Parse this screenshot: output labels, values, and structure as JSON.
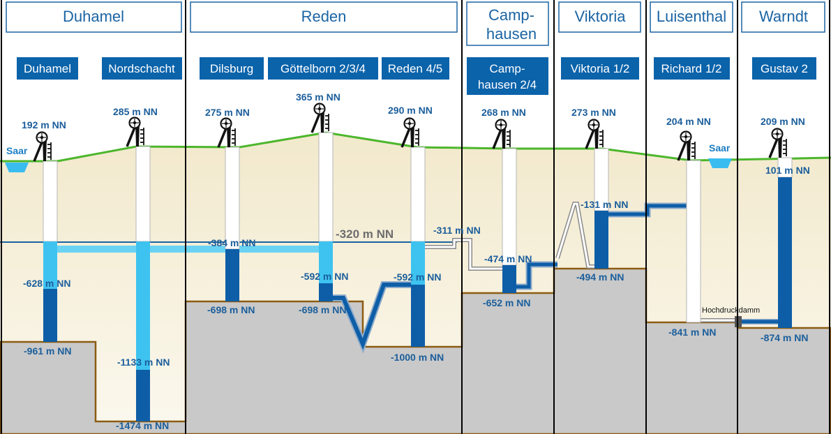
{
  "regions": [
    {
      "label": "Duhamel"
    },
    {
      "label": "Reden"
    },
    {
      "label": "Camp-",
      "label2": "hausen"
    },
    {
      "label": "Viktoria"
    },
    {
      "label": "Luisenthal"
    },
    {
      "label": "Warndt"
    }
  ],
  "shafts": [
    {
      "label": "Duhamel"
    },
    {
      "label": "Nordschacht"
    },
    {
      "label": "Dilsburg"
    },
    {
      "label": "Göttelborn 2/3/4"
    },
    {
      "label": "Reden 4/5"
    },
    {
      "label": "Camp-",
      "label2": "hausen 2/4"
    },
    {
      "label": "Viktoria 1/2"
    },
    {
      "label": "Richard 1/2"
    },
    {
      "label": "Gustav 2"
    }
  ],
  "surface_elevations": [
    "192 m NN",
    "285 m NN",
    "275 m NN",
    "365 m NN",
    "290 m NN",
    "268 m NN",
    "273 m NN",
    "204 m NN",
    "209 m NN"
  ],
  "water_levels": {
    "duhamel": "-628 m NN",
    "dilsburg": "-384 m NN",
    "goettelborn": "-592 m NN",
    "reden": "-592 m NN",
    "reden_pipe": "-311 m NN",
    "camphausen": "-474 m NN",
    "viktoria": "-131 m NN",
    "warndt": "101 m NN"
  },
  "reference_level": "-320 m NN",
  "bottoms": {
    "duhamel": "-961 m NN",
    "nordschacht_water": "-1133 m NN",
    "nordschacht": "-1474 m NN",
    "dilsburg": "-698 m NN",
    "goettelborn": "-698 m NN",
    "reden": "-1000 m NN",
    "camphausen": "-652 m NN",
    "viktoria": "-494 m NN",
    "luisenthal": "-841 m NN",
    "warndt": "-874 m NN"
  },
  "rivers": [
    "Saar",
    "Saar"
  ],
  "dam_label": "Hochdruckdamm",
  "icons": [
    "headframe-icon"
  ],
  "colors": {
    "region_text": "#1b64a3",
    "shaft_box": "#0b63aa",
    "dark_water": "#0e5ea7",
    "light_water": "#3ec3f0",
    "ground_top": "#f3ebd0",
    "rock": "#c9c9c9",
    "rock_edge": "#8b5c12",
    "surface_line": "#4cb62c",
    "river": "#39bdf0"
  }
}
